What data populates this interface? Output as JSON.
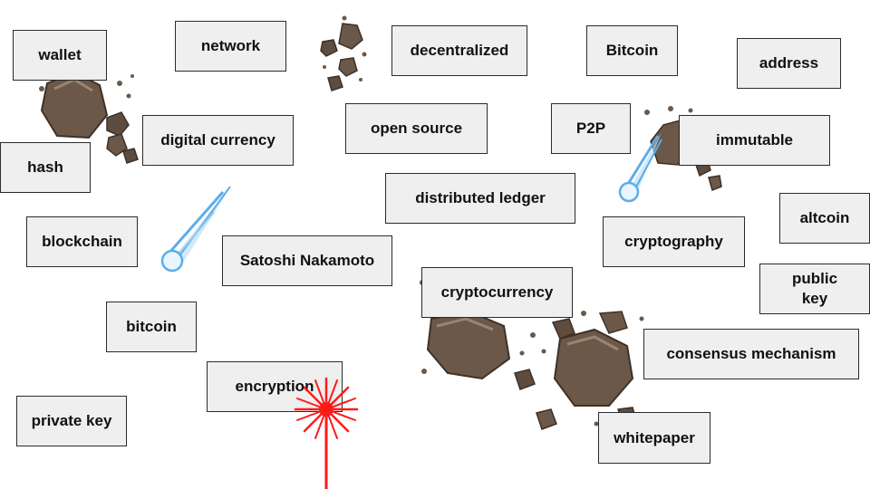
{
  "words": [
    {
      "id": "wallet",
      "label": "wallet"
    },
    {
      "id": "network",
      "label": "network"
    },
    {
      "id": "decentralized",
      "label": "decentralized"
    },
    {
      "id": "bitcoin-cap",
      "label": "Bitcoin"
    },
    {
      "id": "address",
      "label": "address"
    },
    {
      "id": "digital-currency",
      "label": "digital currency"
    },
    {
      "id": "open-source",
      "label": "open source"
    },
    {
      "id": "p2p",
      "label": "P2P"
    },
    {
      "id": "immutable",
      "label": "immutable"
    },
    {
      "id": "hash",
      "label": "hash"
    },
    {
      "id": "distributed-ledger",
      "label": "distributed ledger"
    },
    {
      "id": "altcoin",
      "label": "altcoin"
    },
    {
      "id": "blockchain",
      "label": "blockchain"
    },
    {
      "id": "cryptography",
      "label": "cryptography"
    },
    {
      "id": "satoshi-nakamoto",
      "label": "Satoshi Nakamoto"
    },
    {
      "id": "public-key",
      "label": "public key"
    },
    {
      "id": "cryptocurrency",
      "label": "cryptocurrency"
    },
    {
      "id": "bitcoin",
      "label": "bitcoin"
    },
    {
      "id": "consensus-mechanism",
      "label": "consensus mechanism"
    },
    {
      "id": "encryption",
      "label": "encryption"
    },
    {
      "id": "private-key",
      "label": "private key"
    },
    {
      "id": "whitepaper",
      "label": "whitepaper"
    }
  ],
  "colors": {
    "tile_bg": "#efefef",
    "tile_border": "#2b2b2b",
    "asteroid": "#6b5848",
    "comet": "#5aaee8",
    "laser": "#ff1a1a"
  }
}
